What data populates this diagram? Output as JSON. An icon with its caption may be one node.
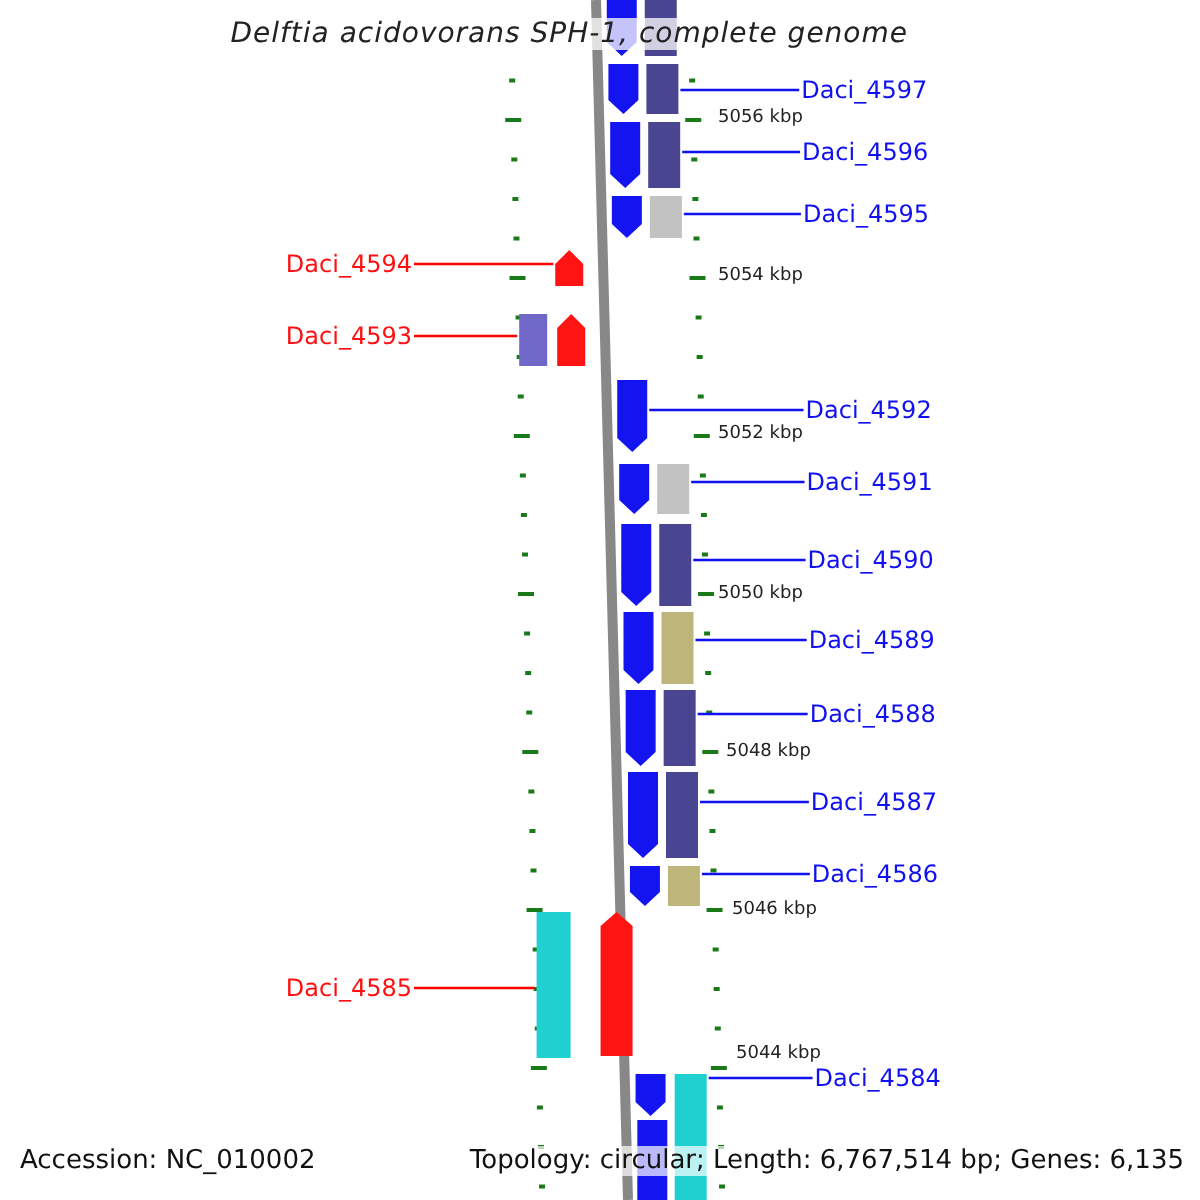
{
  "diagram": {
    "title": "Delftia acidovorans SPH-1, complete genome",
    "nodes": [
      {
        "text": [],
        "shape": "arrow"
      },
      {
        "text": [],
        "shape": "box"
      },
      {
        "text": [],
        "shape": "arrow"
      },
      {
        "text": [],
        "shape": "box"
      },
      {
        "text": [
          "Daci_4597"
        ]
      },
      {
        "text": [],
        "shape": "arrow"
      },
      {
        "text": [],
        "shape": "box"
      },
      {
        "text": [
          "Daci_4596"
        ]
      },
      {
        "text": [],
        "shape": "arrow"
      },
      {
        "text": [],
        "shape": "box"
      },
      {
        "text": [
          "Daci_4595"
        ]
      },
      {
        "text": [
          "Daci_4594"
        ]
      },
      {
        "text": [],
        "shape": "arrow"
      },
      {
        "text": [
          "Daci_4593"
        ]
      },
      {
        "text": [],
        "shape": "box"
      },
      {
        "text": [],
        "shape": "arrow"
      },
      {
        "text": [],
        "shape": "arrow"
      },
      {
        "text": [
          "Daci_4592"
        ]
      },
      {
        "text": [],
        "shape": "arrow"
      },
      {
        "text": [],
        "shape": "box"
      },
      {
        "text": [
          "Daci_4591"
        ]
      },
      {
        "text": [],
        "shape": "arrow"
      },
      {
        "text": [],
        "shape": "box"
      },
      {
        "text": [
          "Daci_4590"
        ]
      },
      {
        "text": [],
        "shape": "arrow"
      },
      {
        "text": [],
        "shape": "box"
      },
      {
        "text": [
          "Daci_4589"
        ]
      },
      {
        "text": [],
        "shape": "arrow"
      },
      {
        "text": [],
        "shape": "box"
      },
      {
        "text": [
          "Daci_4588"
        ]
      },
      {
        "text": [],
        "shape": "arrow"
      },
      {
        "text": [],
        "shape": "box"
      },
      {
        "text": [
          "Daci_4587"
        ]
      },
      {
        "text": [],
        "shape": "arrow"
      },
      {
        "text": [],
        "shape": "box"
      },
      {
        "text": [
          "Daci_4586"
        ]
      },
      {
        "text": [
          "Daci_4585"
        ]
      },
      {
        "text": [],
        "shape": "box"
      },
      {
        "text": [],
        "shape": "arrow"
      },
      {
        "text": [],
        "shape": "arrow"
      },
      {
        "text": [],
        "shape": "box"
      },
      {
        "text": [
          "Daci_4584"
        ]
      },
      {
        "text": [],
        "shape": "box"
      }
    ],
    "edges": [
      {
        "from": 4,
        "to": 3,
        "arrow": "none"
      },
      {
        "from": 7,
        "to": 6,
        "arrow": "none"
      },
      {
        "from": 10,
        "to": 9,
        "arrow": "none"
      },
      {
        "from": 11,
        "to": 12,
        "arrow": "none",
        "color": "#ff0000"
      },
      {
        "from": 13,
        "to": 14,
        "arrow": "none",
        "color": "#ff0000"
      },
      {
        "from": 17,
        "to": 16,
        "arrow": "none"
      },
      {
        "from": 20,
        "to": 19,
        "arrow": "none"
      },
      {
        "from": 23,
        "to": 22,
        "arrow": "none"
      },
      {
        "from": 26,
        "to": 25,
        "arrow": "none"
      },
      {
        "from": 29,
        "to": 28,
        "arrow": "none"
      },
      {
        "from": 32,
        "to": 31,
        "arrow": "none"
      },
      {
        "from": 35,
        "to": 34,
        "arrow": "none"
      },
      {
        "from": 36,
        "to": 37,
        "arrow": "none",
        "color": "#ff0000"
      },
      {
        "from": 41,
        "to": 40,
        "arrow": "none"
      }
    ],
    "labels": [
      "5056 kbp",
      "5054 kbp",
      "5052 kbp",
      "5050 kbp",
      "5048 kbp",
      "5046 kbp",
      "5044 kbp",
      "Accession: NC_010002",
      "Topology: circular; Length: 6,767,514 bp; Genes: 6,135"
    ]
  }
}
